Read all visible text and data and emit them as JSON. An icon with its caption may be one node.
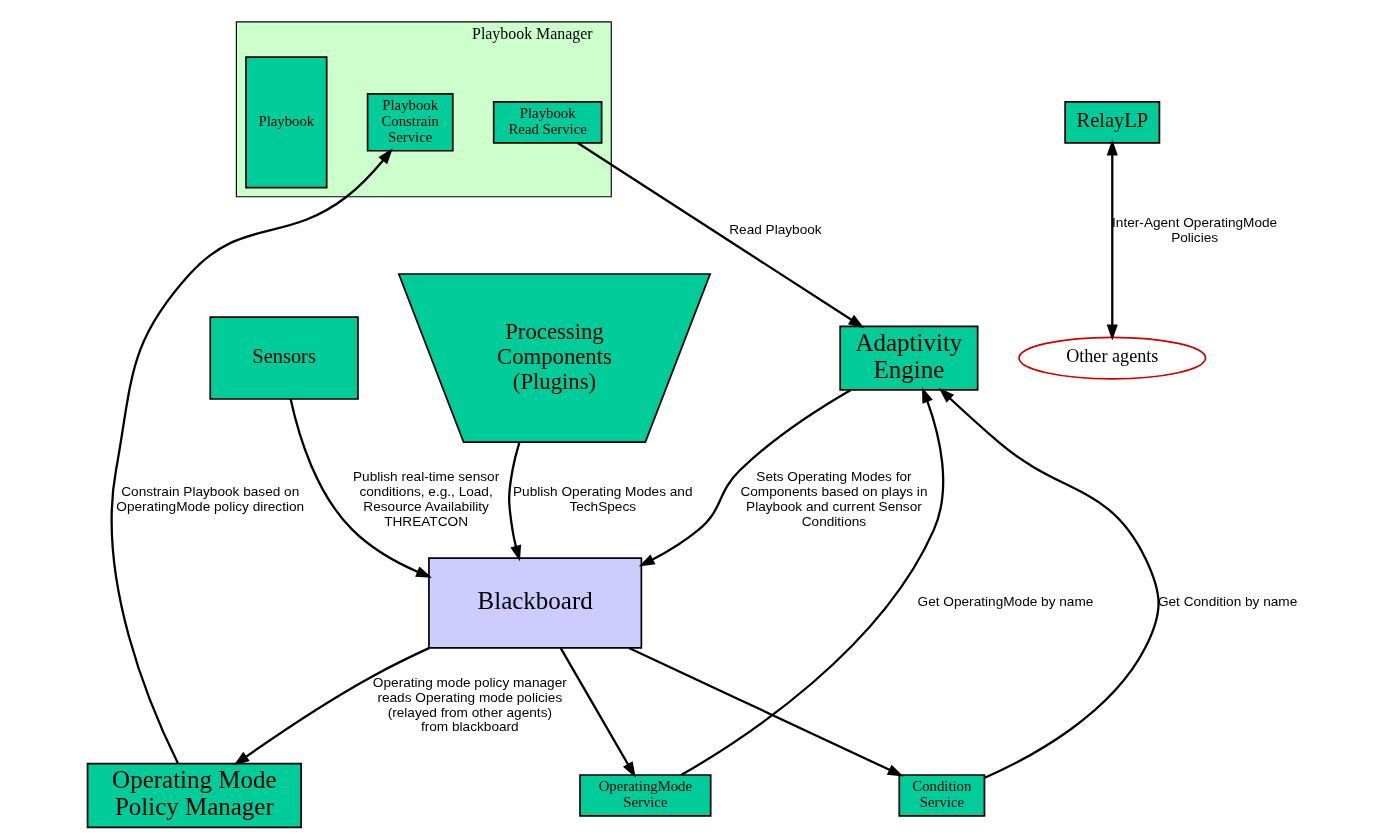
{
  "diagram": {
    "nodes": [
      {
        "text": [
          "Operating Mode Policy Manager"
        ]
      },
      {
        "text": [
          "Adaptivity Engine"
        ]
      },
      {
        "text": [
          "Playbook Manager"
        ]
      },
      {
        "text": [
          "Playbook Constrain Service"
        ],
        "in": 2
      },
      {
        "text": [
          "Playbook Read Service"
        ],
        "in": 2
      },
      {
        "text": [
          "Playbook"
        ],
        "in": 2
      },
      {
        "text": [
          "Blackboard"
        ]
      },
      {
        "text": [
          "RelayLP"
        ]
      },
      {
        "text": [
          "Sensors"
        ]
      },
      {
        "text": [
          "Condition Service"
        ]
      },
      {
        "text": [
          "OperatingMode Service"
        ]
      },
      {
        "text": [
          "Processing Components (Plugins)"
        ]
      },
      {
        "text": [
          "Other agents"
        ]
      }
    ],
    "edges": [
      {
        "from": 6,
        "to": 0,
        "arrow": "to",
        "label": "Operating mode policy manager reads Operating mode policies (relayed from other agents) from blackboard"
      },
      {
        "from": 0,
        "to": 3,
        "arrow": "to",
        "label": "Constrain Playbook based on OperatingMode policy direction"
      },
      {
        "from": 1,
        "to": 6,
        "arrow": "to",
        "label": "Sets Operating Modes for Components based on plays in Playbook and current Sensor Conditions"
      },
      {
        "from": 8,
        "to": 6,
        "arrow": "to",
        "label": "Publish real-time sensor conditions, e.g., Load, Resource Availability THREATCON"
      },
      {
        "from": 4,
        "to": 1,
        "arrow": "to",
        "label": "Read Playbook"
      },
      {
        "from": 6,
        "to": 9,
        "arrow": "to"
      },
      {
        "from": 6,
        "to": 10,
        "arrow": "to"
      },
      {
        "from": 9,
        "to": 1,
        "arrow": "to",
        "label": "Get Condition by name"
      },
      {
        "from": 10,
        "to": 1,
        "arrow": "to",
        "label": "Get OperatingMode by name"
      },
      {
        "from": 11,
        "to": 6,
        "arrow": "to",
        "label": "Publish Operating Modes and TechSpecs"
      },
      {
        "from": 7,
        "to": 12,
        "arrow": "both",
        "label": "Inter-Agent OperatingMode Policies"
      }
    ]
  }
}
